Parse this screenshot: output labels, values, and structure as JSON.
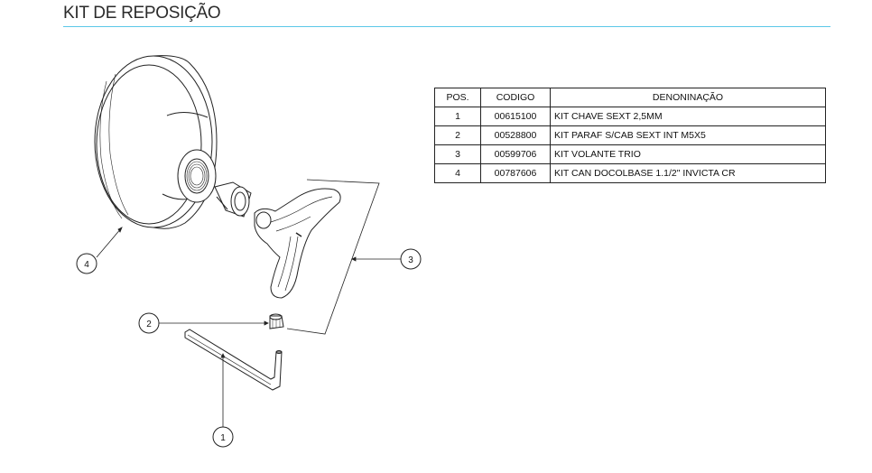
{
  "header": {
    "title": "KIT DE REPOSIÇÃO"
  },
  "parts_table": {
    "headers": [
      "POS.",
      "CODIGO",
      "DENONINAÇÃO"
    ],
    "rows": [
      {
        "pos": "1",
        "code": "00615100",
        "name": "KIT CHAVE SEXT 2,5MM"
      },
      {
        "pos": "2",
        "code": "00528800",
        "name": "KIT PARAF S/CAB SEXT INT M5X5"
      },
      {
        "pos": "3",
        "code": "00599706",
        "name": "KIT VOLANTE TRIO"
      },
      {
        "pos": "4",
        "code": "00787606",
        "name": "KIT CAN DOCOLBASE 1.1/2\" INVICTA CR"
      }
    ]
  },
  "callouts": {
    "c1": "1",
    "c2": "2",
    "c3": "3",
    "c4": "4"
  },
  "colors": {
    "title_rule": "#5bc8e8",
    "line": "#222222"
  }
}
